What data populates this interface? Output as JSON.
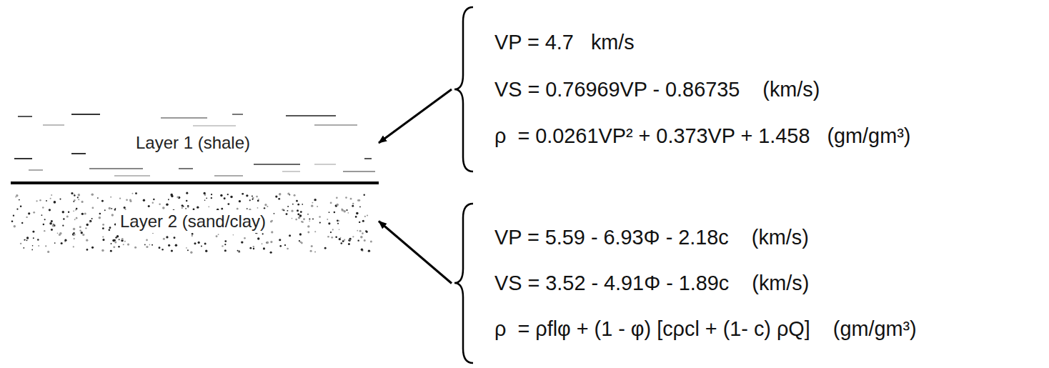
{
  "diagram": {
    "nodes": [
      {
        "text": [
          "Layer 1 (shale)"
        ]
      },
      {
        "text": [
          "Layer 2 (sand/clay)"
        ]
      },
      {
        "text": [
          "VP = 4.7   km/s",
          "VS = 0.76969VP - 0.86735    (km/s)",
          "ρ  = 0.0261VP² + 0.373VP + 1.458   (gm/gm³)"
        ]
      },
      {
        "text": [
          "VP = 5.59 - 6.93Φ - 2.18c    (km/s)",
          "VS = 3.52 - 4.91Φ - 1.89c    (km/s)",
          "ρ  = ρflφ + (1 - φ) [cρcl + (1- c) ρQ]    (gm/gm³)"
        ]
      }
    ],
    "edges": [
      {
        "from": 2,
        "to": 0,
        "arrow": "to"
      },
      {
        "from": 3,
        "to": 1,
        "arrow": "to"
      }
    ]
  }
}
